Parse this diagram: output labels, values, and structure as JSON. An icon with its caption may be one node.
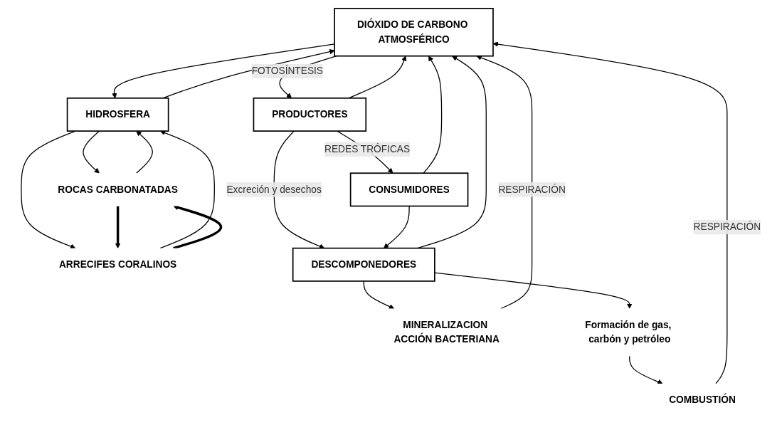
{
  "diagram": {
    "nodes": [
      {
        "text": [
          "DIÓXIDO DE CARBONO ATMOSFÉRICO"
        ]
      },
      {
        "text": [
          "HIDROSFERA"
        ]
      },
      {
        "text": [
          "ROCAS CARBONATADAS"
        ]
      },
      {
        "text": [
          "ARRECIFES CORALINOS"
        ]
      },
      {
        "text": [
          "PRODUCTORES"
        ]
      },
      {
        "text": [
          "CONSUMIDORES"
        ]
      },
      {
        "text": [
          "DESCOMPONEDORES"
        ]
      },
      {
        "text": [
          "MINERALIZACION ACCIÓN BACTERIANA"
        ]
      },
      {
        "text": [
          "Formación de gas, carbón y petróleo"
        ]
      },
      {
        "text": [
          "COMBUSTIÓN"
        ]
      }
    ],
    "edges": [
      {
        "from": 0,
        "to": 1,
        "arrow": "to"
      },
      {
        "from": 1,
        "to": 0,
        "arrow": "to"
      },
      {
        "from": 1,
        "to": 2,
        "arrow": "to"
      },
      {
        "from": 2,
        "to": 1,
        "arrow": "to"
      },
      {
        "from": 1,
        "to": 3,
        "arrow": "to"
      },
      {
        "from": 3,
        "to": 1,
        "arrow": "to"
      },
      {
        "from": 2,
        "to": 3,
        "arrow": "to",
        "style": "thick"
      },
      {
        "from": 3,
        "to": 2,
        "arrow": "to",
        "style": "thick"
      },
      {
        "from": 0,
        "to": 4,
        "label": "FOTOSÍNTESIS",
        "arrow": "to"
      },
      {
        "from": 4,
        "to": 0,
        "arrow": "to"
      },
      {
        "from": 4,
        "to": 5,
        "label": "REDES TRÓFICAS",
        "arrow": "to"
      },
      {
        "from": 4,
        "to": 6,
        "label": "Excreción y desechos",
        "arrow": "to"
      },
      {
        "from": 5,
        "to": 6,
        "arrow": "to"
      },
      {
        "from": 5,
        "to": 0,
        "arrow": "to"
      },
      {
        "from": 6,
        "to": 0,
        "arrow": "to"
      },
      {
        "from": 6,
        "to": 7,
        "arrow": "to"
      },
      {
        "from": 6,
        "to": 8,
        "arrow": "to"
      },
      {
        "from": 7,
        "to": 0,
        "label": "RESPIRACIÓN",
        "arrow": "to"
      },
      {
        "from": 8,
        "to": 9,
        "arrow": "to"
      },
      {
        "from": 9,
        "to": 0,
        "label": "RESPIRACIÓN",
        "arrow": "to"
      }
    ]
  }
}
